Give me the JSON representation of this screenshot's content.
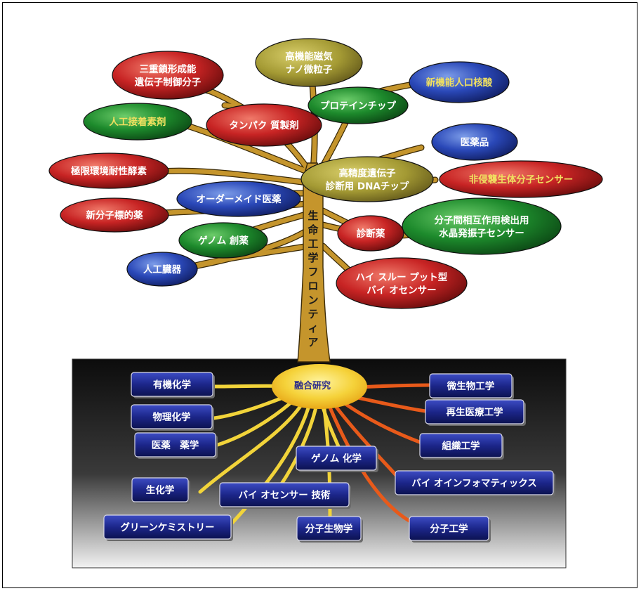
{
  "trunk_label": [
    "生",
    "命",
    "工",
    "学",
    "フ",
    "ロ",
    "ン",
    "テ",
    "ィ",
    "ア"
  ],
  "root_center_label": "融合研究",
  "leaves": [
    {
      "lines": [
        "高機能磁気",
        "ナノ微粒子"
      ],
      "color": "olive"
    },
    {
      "lines": [
        "三重鎖形成能",
        "遺伝子制御分子"
      ],
      "color": "red"
    },
    {
      "lines": [
        "新機能人口核酸"
      ],
      "color": "blue",
      "text_color": "#f0e060"
    },
    {
      "lines": [
        "プロテインチップ"
      ],
      "color": "green"
    },
    {
      "lines": [
        "人工接着素剤"
      ],
      "color": "green",
      "text_color": "#f0e060"
    },
    {
      "lines": [
        "タンパク 質製剤"
      ],
      "color": "red"
    },
    {
      "lines": [
        "医薬品"
      ],
      "color": "blue"
    },
    {
      "lines": [
        "極限環境耐性酵素"
      ],
      "color": "red"
    },
    {
      "lines": [
        "高精度遺伝子",
        "診断用 DNAチップ"
      ],
      "color": "olive"
    },
    {
      "lines": [
        "非侵襲生体分子センサー"
      ],
      "color": "red",
      "text_color": "#f0e060"
    },
    {
      "lines": [
        "オーダーメイド医薬"
      ],
      "color": "blue"
    },
    {
      "lines": [
        "新分子標的薬"
      ],
      "color": "red"
    },
    {
      "lines": [
        "分子間相互作用検出用",
        "水晶発振子センサー"
      ],
      "color": "green"
    },
    {
      "lines": [
        "診断薬"
      ],
      "color": "red"
    },
    {
      "lines": [
        "ゲノム 創薬"
      ],
      "color": "green"
    },
    {
      "lines": [
        "人工臓器"
      ],
      "color": "blue"
    },
    {
      "lines": [
        "ハイ スルー プット型",
        "バイ オセンサー"
      ],
      "color": "red"
    }
  ],
  "roots": [
    {
      "label": "有機化学"
    },
    {
      "label": "物理化学"
    },
    {
      "label": "医薬　薬学"
    },
    {
      "label": "生化学"
    },
    {
      "label": "グリーンケミストリー"
    },
    {
      "label": "バイ オセンサー 技術"
    },
    {
      "label": "ゲノム 化学"
    },
    {
      "label": "分子生物学"
    },
    {
      "label": "微生物工学"
    },
    {
      "label": "再生医療工学"
    },
    {
      "label": "組織工学"
    },
    {
      "label": "バイ オインフォマティックス"
    },
    {
      "label": "分子工学"
    }
  ]
}
